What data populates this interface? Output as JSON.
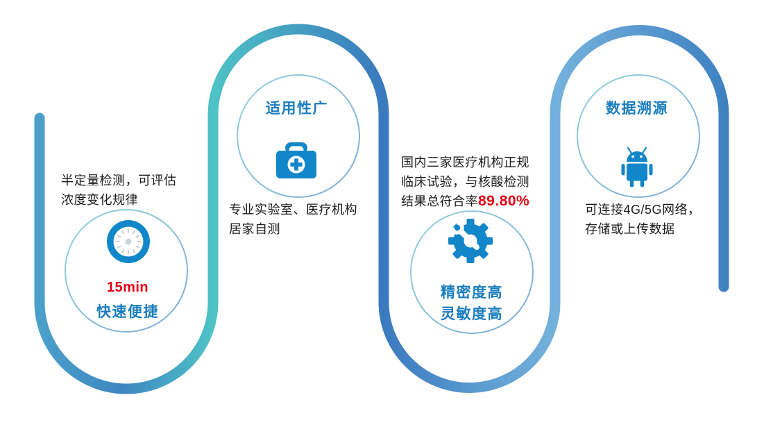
{
  "meta": {
    "kind": "product-feature-infographic",
    "background": "#ffffff"
  },
  "colors": {
    "icon_blue": "#1186c8",
    "title_blue": "#1a7dc0",
    "highlight_red": "#e60012",
    "body_text": "#1b1b1b",
    "flow_teal": "#4ec3c5",
    "flow_blue": "#3a79be"
  },
  "icons": {
    "fast": "clock-icon",
    "wide": "first-aid-kit-icon",
    "precision": "gear-wrench-icon",
    "trace": "android-robot-icon"
  },
  "sections": {
    "fast": {
      "desc_line1": "半定量检测，可评估",
      "desc_line2": "浓度变化规律",
      "time": "15min",
      "title": "快速便捷"
    },
    "wide": {
      "title": "适用性广",
      "desc_line1": "专业实验室、医疗机构",
      "desc_line2": "居家自测"
    },
    "precision": {
      "desc_line1": "国内三家医疗机构正规",
      "desc_line2": "临床试验，与核酸检测",
      "desc_line3_prefix": "结果总符合率",
      "rate": "89.80%",
      "title_line1": "精密度高",
      "title_line2": "灵敏度高"
    },
    "trace": {
      "title": "数据溯源",
      "desc_line1": "可连接4G/5G网络，",
      "desc_line2": "存储或上传数据"
    }
  }
}
